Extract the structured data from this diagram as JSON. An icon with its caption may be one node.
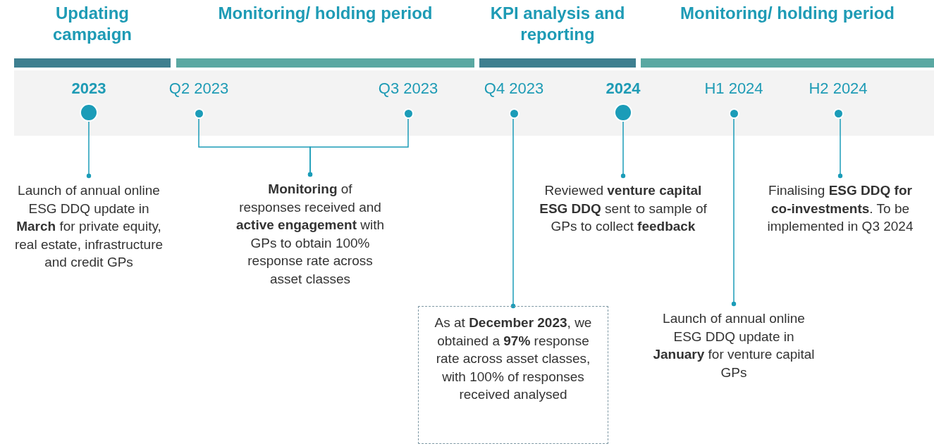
{
  "diagram": {
    "nodes": [
      {
        "text": [
          "Updating campaign"
        ]
      },
      {
        "text": [
          "Monitoring/ holding period"
        ]
      },
      {
        "text": [
          "KPI analysis and reporting"
        ]
      },
      {
        "text": [
          "Monitoring/ holding period"
        ]
      },
      {
        "text": [
          "2023"
        ]
      },
      {
        "text": [
          "Q2 2023"
        ]
      },
      {
        "text": [
          "Q3 2023"
        ]
      },
      {
        "text": [
          "Q4 2023"
        ]
      },
      {
        "text": [
          "2024"
        ]
      },
      {
        "text": [
          "H1 2024"
        ]
      },
      {
        "text": [
          "H2 2024"
        ]
      },
      {
        "text": [
          "Launch of annual online ESG DDQ update in **March** for private equity, real estate, infrastructure and credit GPs"
        ]
      },
      {
        "text": [
          "**Monitoring** of responses received and **active engagement** with GPs to obtain 100% response rate across asset classes"
        ]
      },
      {
        "text": [
          "As at **December 2023**, we obtained a **97%** response rate across asset classes, with 100% of responses received analysed"
        ]
      },
      {
        "text": [
          "Reviewed **venture capital ESG DDQ** sent to sample of GPs to collect **feedback**"
        ]
      },
      {
        "text": [
          "Launch of annual online ESG DDQ update in **January** for venture capital GPs"
        ]
      },
      {
        "text": [
          "Finalising **ESG DDQ for co-investments**. To be implemented in Q3 2024"
        ]
      }
    ],
    "edges": [
      {
        "from": 4,
        "to": 11,
        "arrow": "other"
      },
      {
        "from": 5,
        "to": 12,
        "arrow": "other"
      },
      {
        "from": 6,
        "to": 12,
        "arrow": "other"
      },
      {
        "from": 7,
        "to": 13,
        "arrow": "other"
      },
      {
        "from": 8,
        "to": 14,
        "arrow": "other"
      },
      {
        "from": 9,
        "to": 15,
        "arrow": "other"
      },
      {
        "from": 10,
        "to": 16,
        "arrow": "other"
      }
    ]
  }
}
